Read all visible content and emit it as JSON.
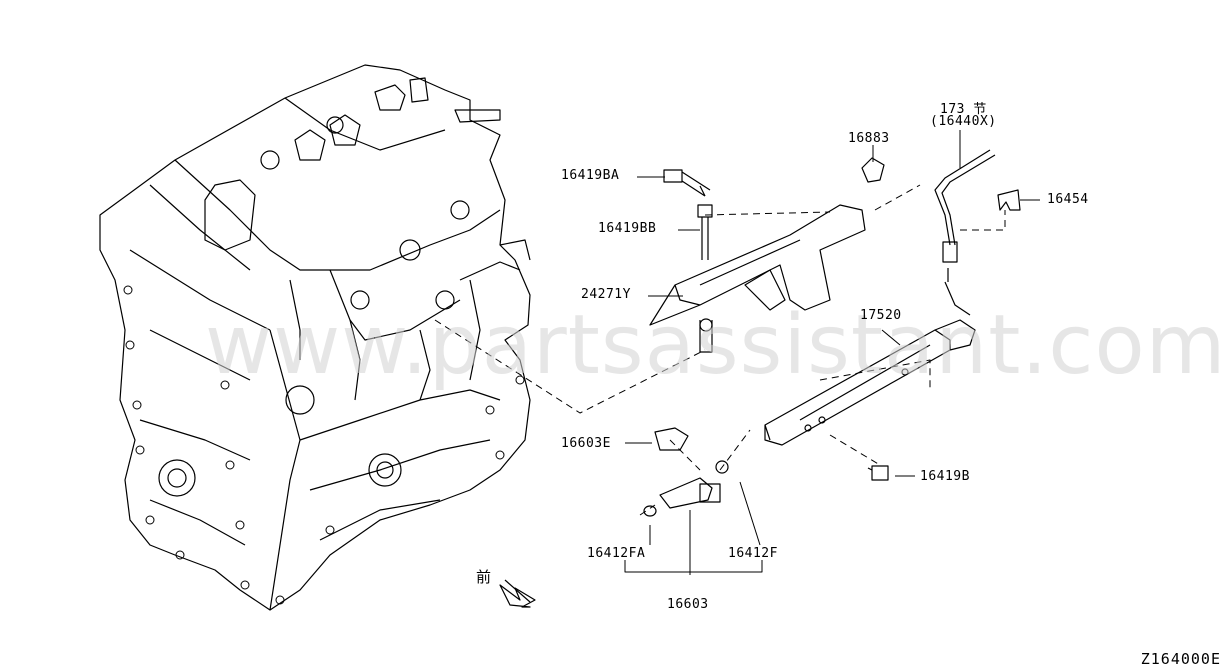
{
  "diagram": {
    "code": "Z164000E",
    "watermark": "www.partsassistant.com",
    "front_mark": "前",
    "part_labels": {
      "p16419BA": "16419BA",
      "p16419BB": "16419BB",
      "p24271Y": "24271Y",
      "p16883": "16883",
      "p173": "173 节",
      "p16440X": "(16440X)",
      "p16454": "16454",
      "p17520": "17520",
      "p16603E": "16603E",
      "p16419B": "16419B",
      "p16412FA": "16412FA",
      "p16412F": "16412F",
      "p16603": "16603"
    }
  }
}
